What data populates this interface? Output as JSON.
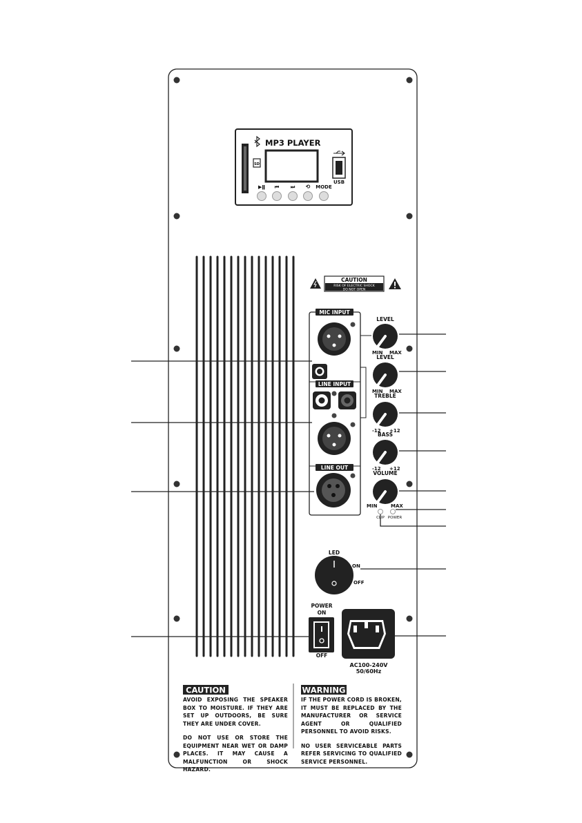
{
  "mp3": {
    "title": "MP3 PLAYER",
    "usb": "USB",
    "buttons": [
      "▶ǁ",
      "⏮",
      "⏭",
      "⟲",
      "MODE"
    ],
    "sd": "SD"
  },
  "caution_badge": {
    "title": "CAUTION",
    "line1": "RISK OF ELECTRIC SHOCK",
    "line2": "DO NOT OPEN"
  },
  "inputs": {
    "mic_input": "MIC INPUT",
    "line_input": "LINE INPUT",
    "line_out": "LINE OUT"
  },
  "knobs": [
    {
      "name": "LEVEL",
      "min": "MIN",
      "max": "MAX"
    },
    {
      "name": "LEVEL",
      "min": "MIN",
      "max": "MAX"
    },
    {
      "name": "TREBLE",
      "min": "-12",
      "max": "+12"
    },
    {
      "name": "BASS",
      "min": "-12",
      "max": "+12"
    },
    {
      "name": "VOLUME",
      "min": "MIN",
      "max": "MAX"
    }
  ],
  "leds": {
    "clip": "CLIP",
    "power": "POWER"
  },
  "led_switch": {
    "label": "LED",
    "on": "ON",
    "off": "OFF"
  },
  "power_switch": {
    "label": "POWER",
    "on": "ON",
    "off": "OFF"
  },
  "ac": {
    "line1": "AC100-240V",
    "line2": "50/60Hz"
  },
  "caution": {
    "title": "CAUTION",
    "p1": "AVOID EXPOSING THE SPEAKER BOX TO MOISTURE. IF THEY ARE SET UP OUTDOORS, BE SURE THEY ARE UNDER COVER.",
    "p2": "DO NOT USE OR STORE THE EQUIPMENT NEAR WET OR DAMP PLACES. IT MAY CAUSE A MALFUNCTION OR SHOCK HAZARD."
  },
  "warning": {
    "title": "WARNING",
    "p1": "IF THE POWER CORD IS BROKEN, IT MUST BE REPLACED BY THE MANUFACTURER OR SERVICE AGENT OR QUALIFIED PERSONNEL TO AVOID RISKS.",
    "p2": "NO USER SERVICEABLE PARTS REFER SERVICING TO QUALIFIED SERVICE PERSONNEL."
  }
}
